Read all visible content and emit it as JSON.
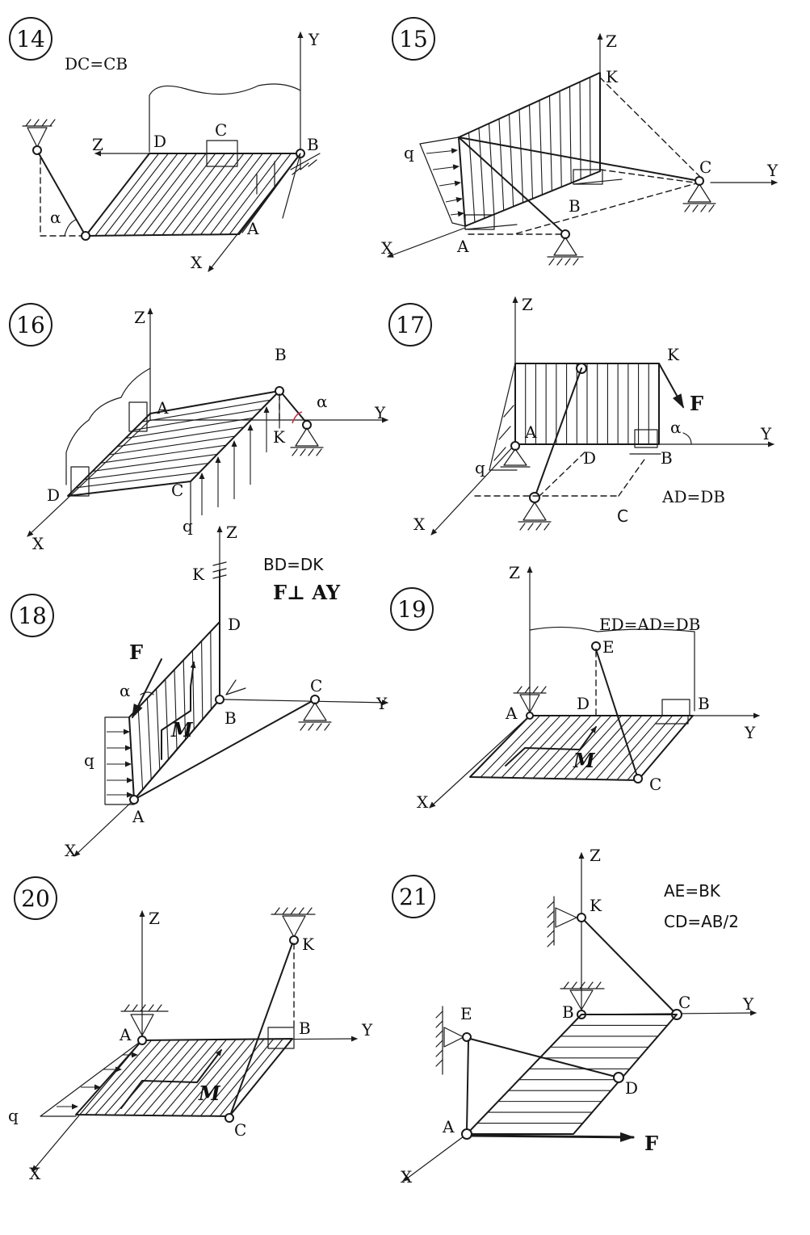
{
  "problems": [
    {
      "number": "14",
      "condition": "DC=CB",
      "labels": {
        "Y": "Y",
        "Z": "Z",
        "X": "X",
        "D": "D",
        "C": "C",
        "B": "B",
        "A": "A",
        "alpha": "α"
      }
    },
    {
      "number": "15",
      "condition": "",
      "labels": {
        "Z": "Z",
        "K": "K",
        "q": "q",
        "C": "C",
        "Y": "Y",
        "B": "B",
        "X": "X",
        "A": "A"
      }
    },
    {
      "number": "16",
      "condition": "",
      "labels": {
        "Z": "Z",
        "B": "B",
        "A": "A",
        "alpha": "α",
        "Y": "Y",
        "K": "K",
        "D": "D",
        "C": "C",
        "q": "q",
        "X": "X"
      }
    },
    {
      "number": "17",
      "condition": "AD=DB",
      "labels": {
        "Z": "Z",
        "K": "K",
        "F": "F",
        "alpha": "α",
        "Y": "Y",
        "A": "A",
        "D": "D",
        "B": "B",
        "q": "q",
        "X": "X",
        "C": "C"
      }
    },
    {
      "number": "18",
      "condition": "BD=DK",
      "condition2": "F⊥ AY",
      "labels": {
        "Z": "Z",
        "K": "K",
        "D": "D",
        "F": "F",
        "alpha": "α",
        "C": "C",
        "Y": "Y",
        "B": "B",
        "M": "M",
        "q": "q",
        "A": "A",
        "X": "X"
      }
    },
    {
      "number": "19",
      "condition": "ED=AD=DB",
      "labels": {
        "Z": "Z",
        "E": "E",
        "D": "D",
        "A": "A",
        "B": "B",
        "Y": "Y",
        "M": "M",
        "C": "C",
        "X": "X"
      }
    },
    {
      "number": "20",
      "condition": "",
      "labels": {
        "Z": "Z",
        "K": "K",
        "A": "A",
        "B": "B",
        "Y": "Y",
        "M": "M",
        "q": "q",
        "C": "C",
        "X": "X"
      }
    },
    {
      "number": "21",
      "condition": "AE=BK",
      "condition2": "CD=AB/2",
      "labels": {
        "Z": "Z",
        "K": "K",
        "B": "B",
        "C": "C",
        "Y": "Y",
        "E": "E",
        "D": "D",
        "A": "A",
        "F": "F",
        "X": "X"
      }
    }
  ]
}
